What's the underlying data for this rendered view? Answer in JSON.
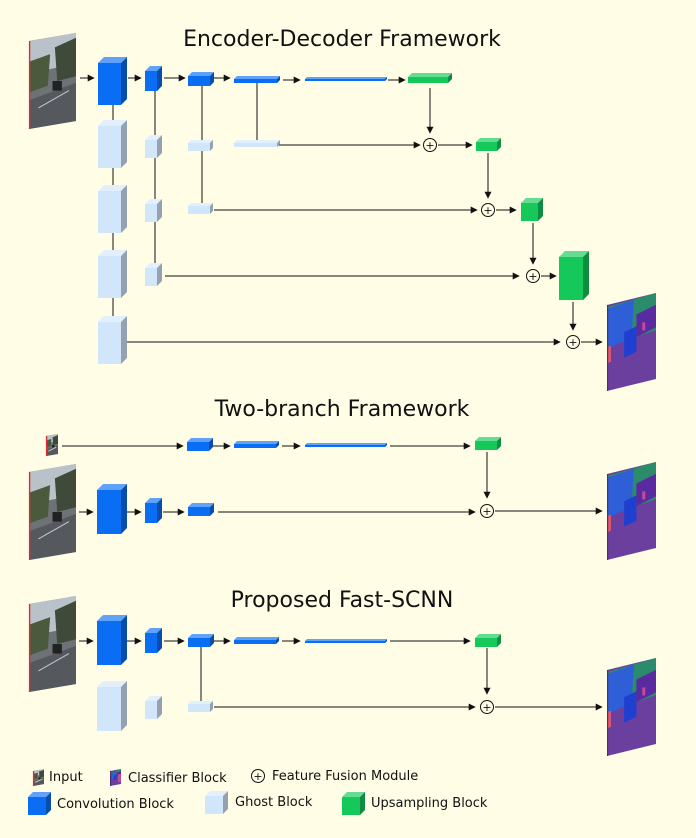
{
  "titles": {
    "encoder_decoder": "Encoder-Decoder Framework",
    "two_branch": "Two-branch Framework",
    "fast_scnn": "Proposed Fast-SCNN"
  },
  "fusion_symbol": "+",
  "legend": {
    "input": "Input",
    "classifier": "Classifier Block",
    "fusion": "Feature Fusion Module",
    "convolution": "Convolution Block",
    "ghost": "Ghost Block",
    "upsampling": "Upsampling Block"
  },
  "colors": {
    "background": "#fffde6",
    "convolution": "#0a6ef5",
    "ghost": "#d2e6fb",
    "upsampling": "#14c85a",
    "classifier": "#6b3f9e"
  }
}
